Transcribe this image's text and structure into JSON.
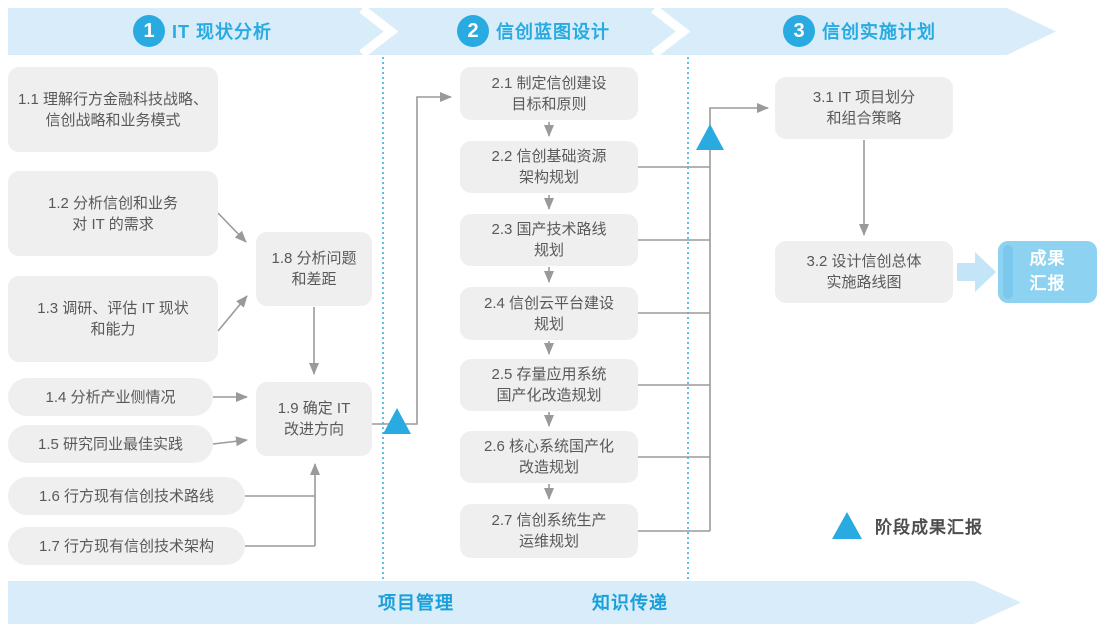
{
  "header": {
    "phases": [
      {
        "number": "1",
        "title": "IT 现状分析"
      },
      {
        "number": "2",
        "title": "信创蓝图设计"
      },
      {
        "number": "3",
        "title": "信创实施计划"
      }
    ]
  },
  "boxes": {
    "b11": {
      "label": "1.1 理解行方金融科技战略、\n信创战略和业务模式"
    },
    "b12": {
      "label": "1.2 分析信创和业务\n对 IT 的需求"
    },
    "b13": {
      "label": "1.3 调研、评估 IT 现状\n和能力"
    },
    "b14": {
      "label": "1.4 分析产业侧情况"
    },
    "b15": {
      "label": "1.5 研究同业最佳实践"
    },
    "b16": {
      "label": "1.6 行方现有信创技术路线"
    },
    "b17": {
      "label": "1.7 行方现有信创技术架构"
    },
    "b18": {
      "label": "1.8 分析问题\n和差距"
    },
    "b19": {
      "label": "1.9 确定 IT\n改进方向"
    },
    "b21": {
      "label": "2.1 制定信创建设\n目标和原则"
    },
    "b22": {
      "label": "2.2 信创基础资源\n架构规划"
    },
    "b23": {
      "label": "2.3 国产技术路线\n规划"
    },
    "b24": {
      "label": "2.4 信创云平台建设\n规划"
    },
    "b25": {
      "label": "2.5 存量应用系统\n国产化改造规划"
    },
    "b26": {
      "label": "2.6 核心系统国产化\n改造规划"
    },
    "b27": {
      "label": "2.7 信创系统生产\n运维规划"
    },
    "b31": {
      "label": "3.1 IT 项目划分\n和组合策略"
    },
    "b32": {
      "label": "3.2 设计信创总体\n实施路线图"
    }
  },
  "result": {
    "label": "成果\n汇报"
  },
  "legend": {
    "label": "阶段成果汇报"
  },
  "footer": {
    "left_label": "项目管理",
    "right_label": "知识传递"
  },
  "colors": {
    "accent": "#29ABE2",
    "band": "#D8EDF9",
    "box_fill": "#EFEFEF",
    "box_text": "#58595B",
    "connector": "#9A9A9A",
    "result_fill": "#8DD3F1",
    "result_stripe": "#7CC8EC",
    "big_arrow": "#C3E5F7",
    "legend_text": "#4D4D4F"
  }
}
